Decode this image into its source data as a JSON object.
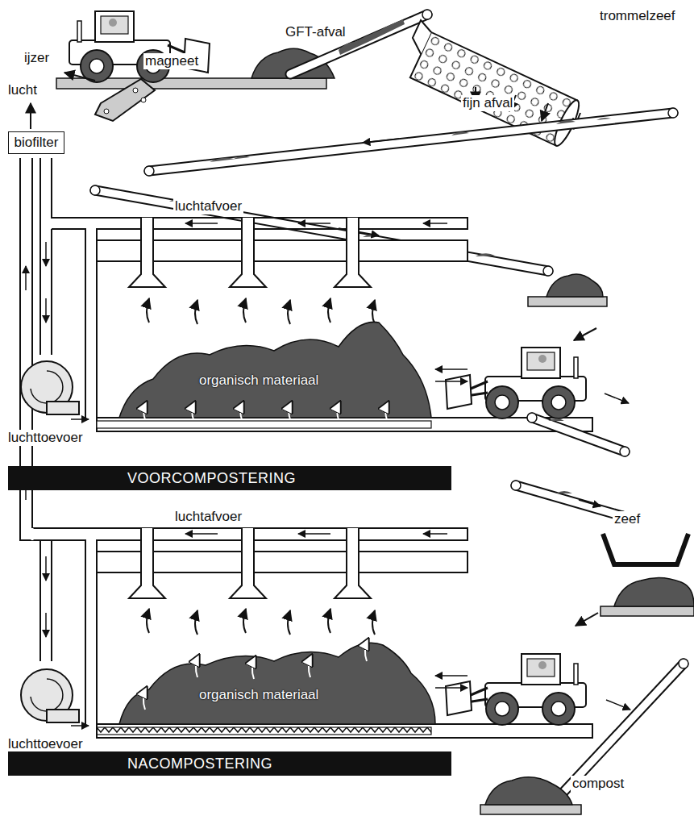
{
  "diagram": {
    "nodes": [
      {
        "text": [
          "biofilter"
        ]
      },
      {
        "text": [
          "VOORCOMPOSTERING"
        ]
      },
      {
        "text": [
          "NACOMPOSTERING"
        ]
      }
    ],
    "labels": [
      "GFT-afval",
      "trommelzeef",
      "fijn afval",
      "ijzer",
      "magneet",
      "lucht",
      "luchtafvoer",
      "organisch materiaal",
      "luchttoevoer",
      "zeef",
      "luchtafvoer",
      "organisch materiaal",
      "luchttoevoer",
      "compost"
    ]
  }
}
